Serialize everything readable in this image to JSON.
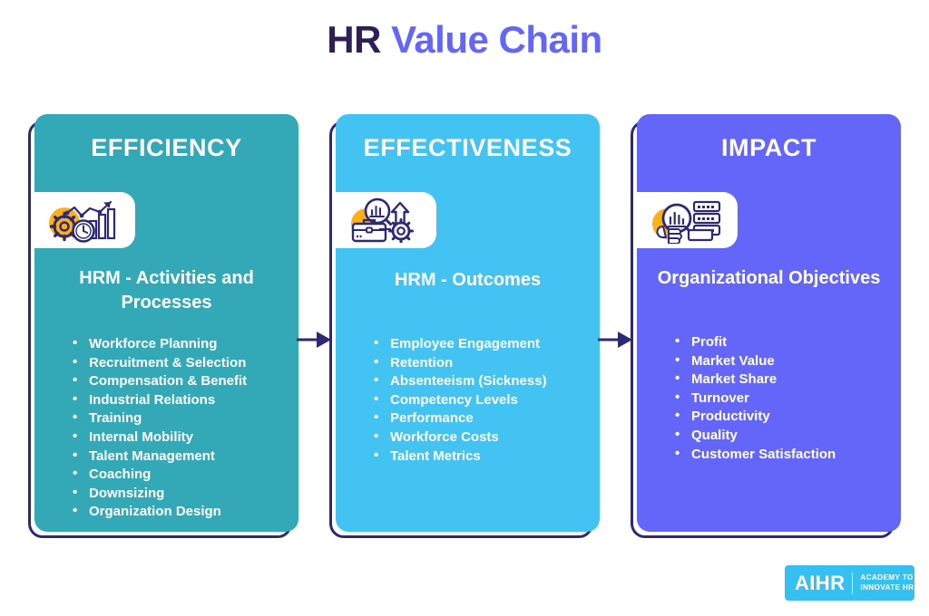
{
  "title": {
    "part1": "HR ",
    "part2": "Value Chain"
  },
  "colors": {
    "title_dark": "#2E2057",
    "title_light": "#6366F8",
    "outline": "#2E2977",
    "card1": "#33A9B8",
    "card2": "#42C3F2",
    "card3": "#6366F8",
    "icon_accent": "#FBB117",
    "icon_line": "#2E2977",
    "logo_bg": "#35C0F0"
  },
  "cards": [
    {
      "heading": "EFFICIENCY",
      "subheading": "HRM - Activities and Processes",
      "icon": "gear-clock-chart-icon",
      "items": [
        "Workforce Planning",
        "Recruitment & Selection",
        "Compensation & Benefit",
        "Industrial Relations",
        "Training",
        "Internal Mobility",
        "Talent Management",
        "Coaching",
        "Downsizing",
        "Organization Design"
      ]
    },
    {
      "heading": "EFFECTIVENESS",
      "subheading": "HRM - Outcomes",
      "icon": "briefcase-magnifier-gear-icon",
      "items": [
        "Employee Engagement",
        "Retention",
        "Absenteeism (Sickness)",
        "Competency Levels",
        "Performance",
        "Workforce Costs",
        "Talent Metrics"
      ]
    },
    {
      "heading": "IMPACT",
      "subheading": "Organizational Objectives",
      "icon": "magnifier-data-server-icon",
      "items": [
        "Profit",
        "Market Value",
        "Market Share",
        "Turnover",
        "Productivity",
        "Quality",
        "Customer Satisfaction"
      ]
    }
  ],
  "arrows": [
    {
      "name": "arrow-efficiency-to-effectiveness"
    },
    {
      "name": "arrow-effectiveness-to-impact"
    }
  ],
  "logo": {
    "brand": "AIHR",
    "tagline_line1": "ACADEMY TO",
    "tagline_line2": "INNOVATE HR"
  }
}
